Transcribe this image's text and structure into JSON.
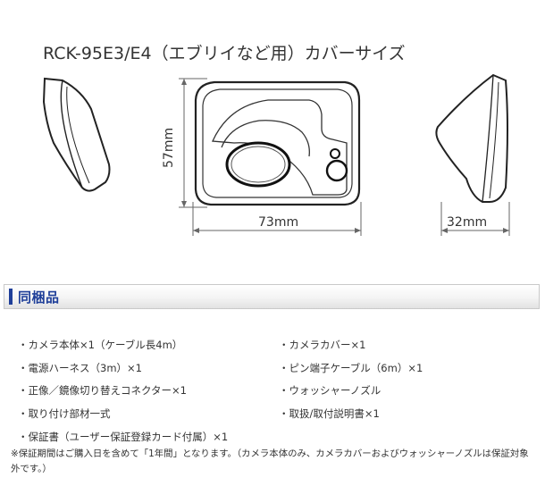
{
  "diagram": {
    "title": "RCK-95E3/E4（エブリイなど用）カバーサイズ",
    "dim_height": "57mm",
    "dim_width": "73mm",
    "dim_depth": "32mm"
  },
  "section": {
    "title": "同梱品"
  },
  "items": [
    "・カメラ本体×1（ケーブル長4m）",
    "・カメラカバー×1",
    "・電源ハーネス（3m）×1",
    "・ピン端子ケーブル（6m）×1",
    "・正像／鏡像切り替えコネクター×1",
    "・ウォッシャーノズル",
    "・取り付け部材一式",
    "・取扱/取付説明書×1",
    "・保証書（ユーザー保証登録カード付属）×1"
  ],
  "note": "※保証期間はご購入日を含めて「1年間」となります。（カメラ本体のみ、カメラカバーおよびウォッシャーノズルは保証対象外です。）"
}
